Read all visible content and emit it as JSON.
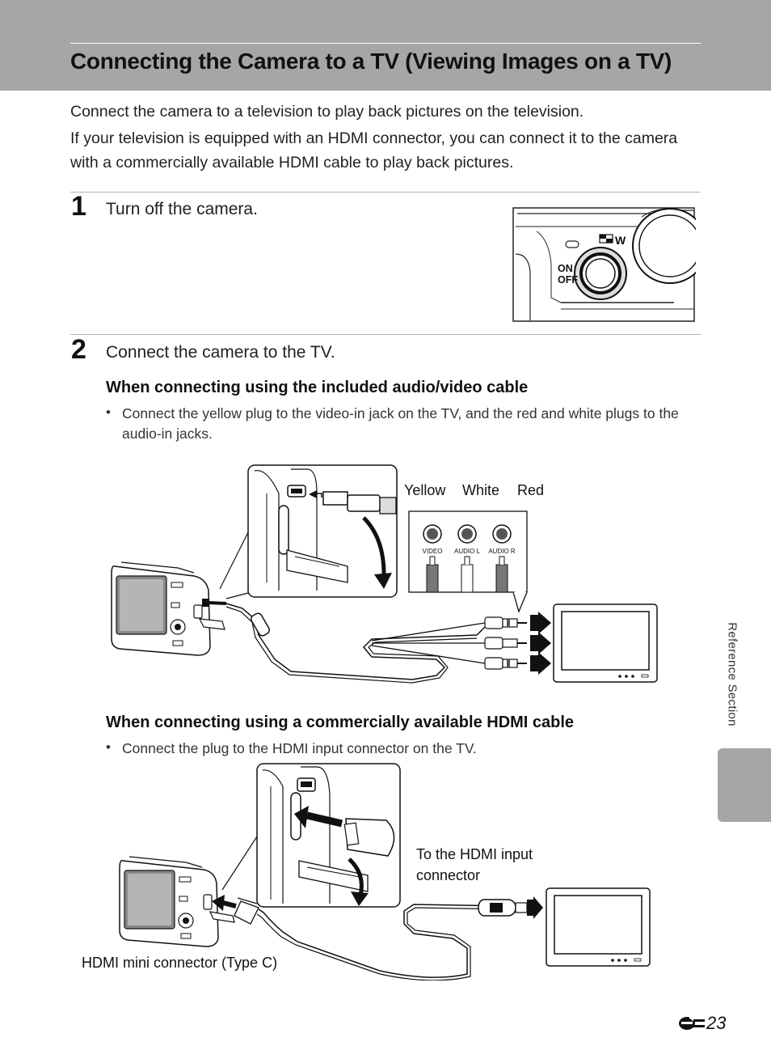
{
  "header": {
    "title": "Connecting the Camera to a TV (Viewing Images on a TV)"
  },
  "intro": {
    "line1": "Connect the camera to a television to play back pictures on the television.",
    "line2": "If your television is equipped with an HDMI connector, you can connect it to the camera with a commercially available HDMI cable to play back pictures."
  },
  "steps": [
    {
      "number": "1",
      "text": "Turn off the camera."
    },
    {
      "number": "2",
      "text": "Connect the camera to the TV."
    }
  ],
  "camera_top": {
    "mode_label": "W",
    "on_label": "ON",
    "off_label": "OFF"
  },
  "av_section": {
    "heading": "When connecting using the included audio/video cable",
    "bullet": "Connect the yellow plug to the video-in jack on the TV, and the red and white plugs to the audio-in jacks.",
    "label_yellow": "Yellow",
    "label_white": "White",
    "label_red": "Red",
    "jack_video": "VIDEO",
    "jack_audio_l": "AUDIO L",
    "jack_audio_r": "AUDIO R"
  },
  "hdmi_section": {
    "heading": "When connecting using a commercially available HDMI cable",
    "bullet": "Connect the plug to the HDMI input connector on the TV.",
    "label_input": "To the HDMI input connector",
    "label_mini": "HDMI mini connector (Type C)"
  },
  "sidebar": {
    "section_label": "Reference Section"
  },
  "footer": {
    "page_number": "23",
    "icon": "e-reference-icon"
  }
}
